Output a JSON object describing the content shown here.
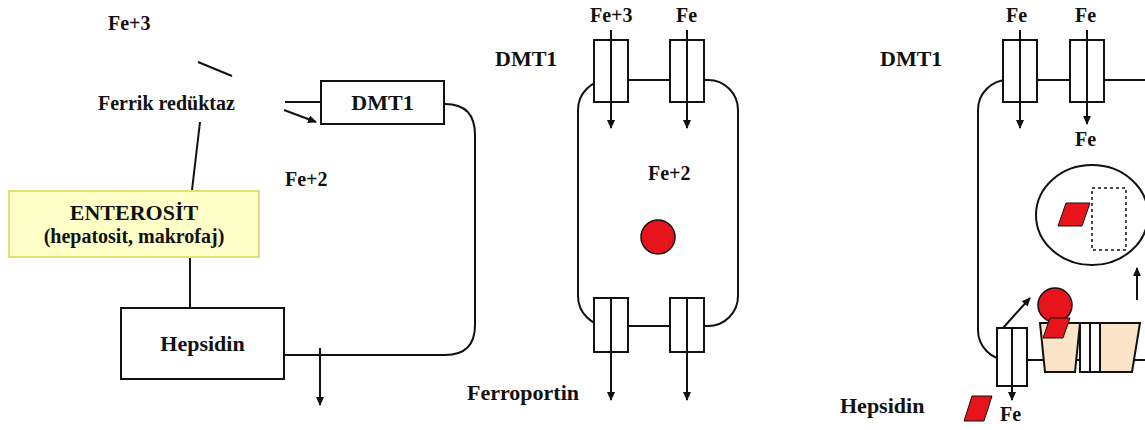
{
  "diagram": {
    "nodes": [
      {
        "text": [
          "DMT1"
        ]
      },
      {
        "text": [
          "ENTEROSİT",
          "(hepatosit, makrofaj)"
        ]
      },
      {
        "text": [
          "Hepsidin"
        ]
      }
    ],
    "edges": [
      {
        "from": 1,
        "to": 2,
        "arrow": "none"
      }
    ],
    "labels": [
      "Fe+3",
      "Ferrik redüktaz",
      "Fe+2",
      "Fe+3",
      "Fe",
      "DMT1",
      "Fe+2",
      "Ferroportin",
      "Fe",
      "Fe",
      "DMT1",
      "Fe",
      "Hepsidin",
      "Fe"
    ]
  }
}
